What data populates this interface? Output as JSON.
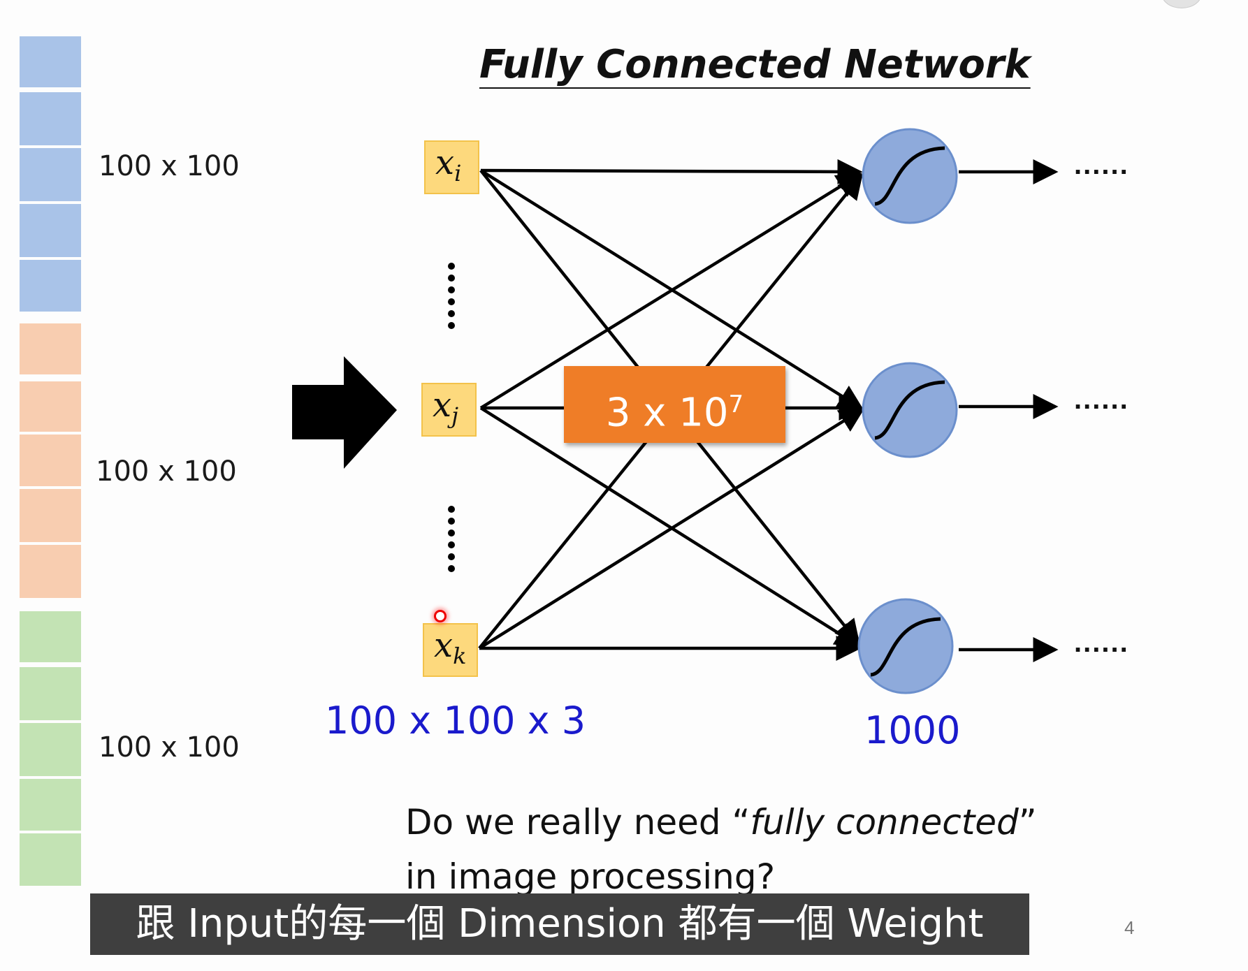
{
  "title": "Fully Connected Network",
  "dimension_labels": [
    "100 x 100",
    "100 x 100",
    "100 x 100"
  ],
  "image_channels": [
    {
      "name": "blue",
      "color": "#a9c3e8"
    },
    {
      "name": "orange",
      "color": "#f8cdb0"
    },
    {
      "name": "green",
      "color": "#c3e3b4"
    }
  ],
  "inputs": [
    {
      "symbol": "x",
      "subscript": "i"
    },
    {
      "symbol": "x",
      "subscript": "j"
    },
    {
      "symbol": "x",
      "subscript": "k"
    }
  ],
  "vertical_ellipsis": "......",
  "weights_label": {
    "base": "3 x 10",
    "exponent": "7"
  },
  "input_size_label": "100 x 100 x 3",
  "neuron_count_label": "1000",
  "output_ellipsis": "......",
  "question": {
    "line1_prefix": "Do we really need “",
    "line1_emph": "fully connected",
    "line1_suffix": "”",
    "line2": "in image processing?"
  },
  "subtitle": "跟 Input的每一個 Dimension 都有一個 Weight",
  "page_number": "4",
  "colors": {
    "input_box": "#fdd97d",
    "weight_box": "#ef7d27",
    "neuron_fill": "#8eaadb",
    "neuron_stroke": "#6b8fcc",
    "label_blue": "#1a1acc"
  }
}
